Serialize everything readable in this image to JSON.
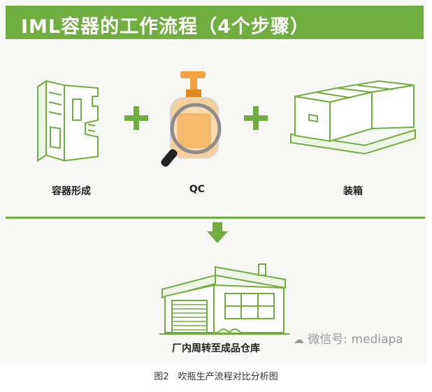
{
  "title": "IML容器的工作流程（4个步骤）",
  "steps": [
    {
      "label": "容器形成",
      "icon": "container-mold-icon"
    },
    {
      "label": "QC",
      "icon": "qc-bottle-magnifier-icon"
    },
    {
      "label": "装箱",
      "icon": "boxes-on-pallet-icon"
    }
  ],
  "destination": {
    "label": "厂内周转至成品仓库",
    "icon": "warehouse-icon"
  },
  "caption": "图2　吹瓶生产流程对比分析图",
  "watermark": "微信号: mediapa",
  "colors": {
    "accent": "#6fae3f",
    "bottle": "#f4a23c",
    "panel": "#f7f7f6"
  }
}
